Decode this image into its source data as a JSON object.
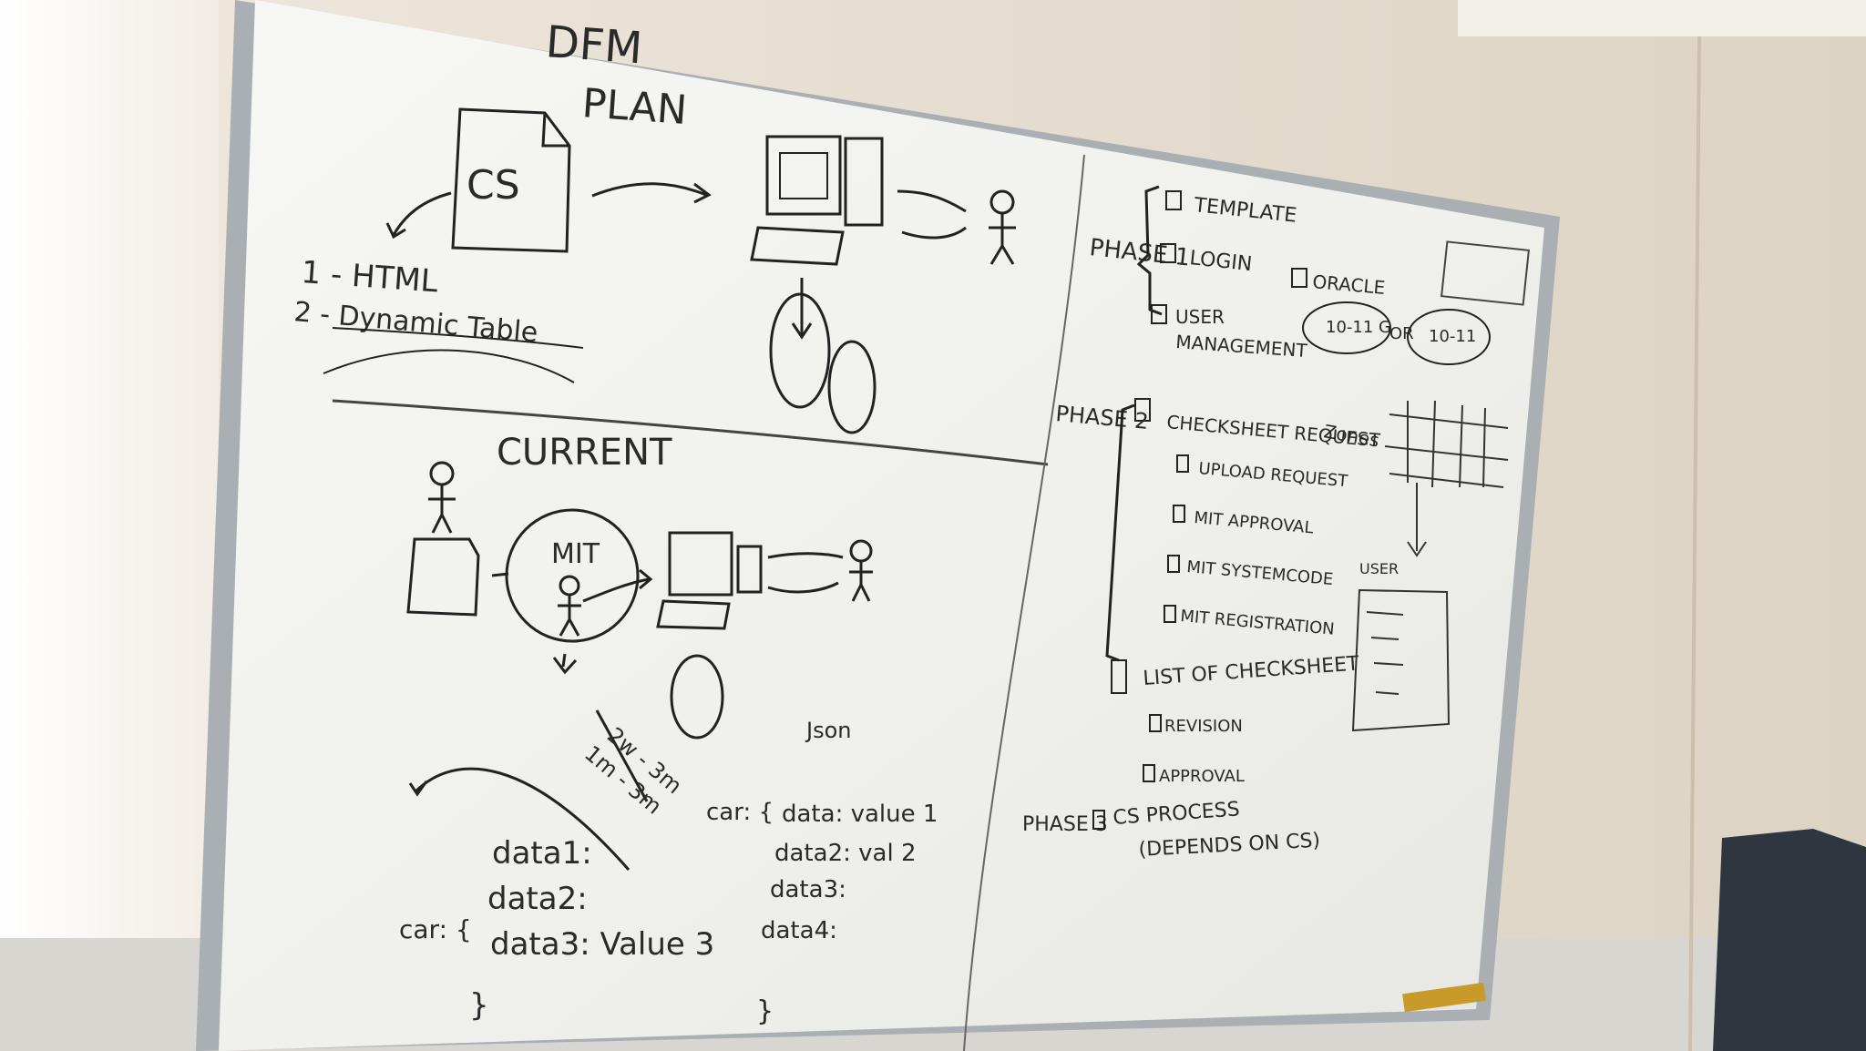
{
  "whiteboard": {
    "plan": {
      "title_line1": "DFM",
      "title_line2": "PLAN",
      "doc_label": "CS",
      "list_item_1": "1 - HTML",
      "list_item_2": "2 - Dynamic Table"
    },
    "current": {
      "title": "CURRENT",
      "circle_label": "MIT",
      "arrow_label_1": "2w - 3m",
      "arrow_label_2": "1m - 3m",
      "json_label": "Json",
      "left_code": [
        "data1:",
        "data2:",
        "data3: Value 3"
      ],
      "left_code_prefix": "car: {",
      "left_code_close": "}",
      "right_code_prefix": "car: {",
      "right_code": [
        "data: value 1",
        "data2: val 2",
        "data3:",
        "data4:"
      ],
      "right_code_close": "}"
    },
    "phases": {
      "phase1_label": "PHASE 1",
      "phase1_items": [
        "TEMPLATE",
        "LOGIN",
        "USER",
        "MANAGEMENT"
      ],
      "oracle_label": "ORACLE",
      "version_a": "10-11 G",
      "or_label": "OR",
      "version_b": "10-11",
      "phase2_label": "PHASE 2",
      "phase2_main": "CHECKSHEET REQUEST",
      "phase2_side": "Zones",
      "phase2_subitems": [
        "UPLOAD REQUEST",
        "MIT APPROVAL",
        "MIT SYSTEMCODE",
        "MIT REGISTRATION"
      ],
      "phase2_list": "LIST OF CHECKSHEET",
      "phase2_list_subitems": [
        "REVISION",
        "APPROVAL"
      ],
      "phase3_label": "PHASE 3",
      "phase3_item": "CS PROCESS",
      "phase3_note": "(DEPENDS ON CS)",
      "user_label": "USER"
    }
  }
}
